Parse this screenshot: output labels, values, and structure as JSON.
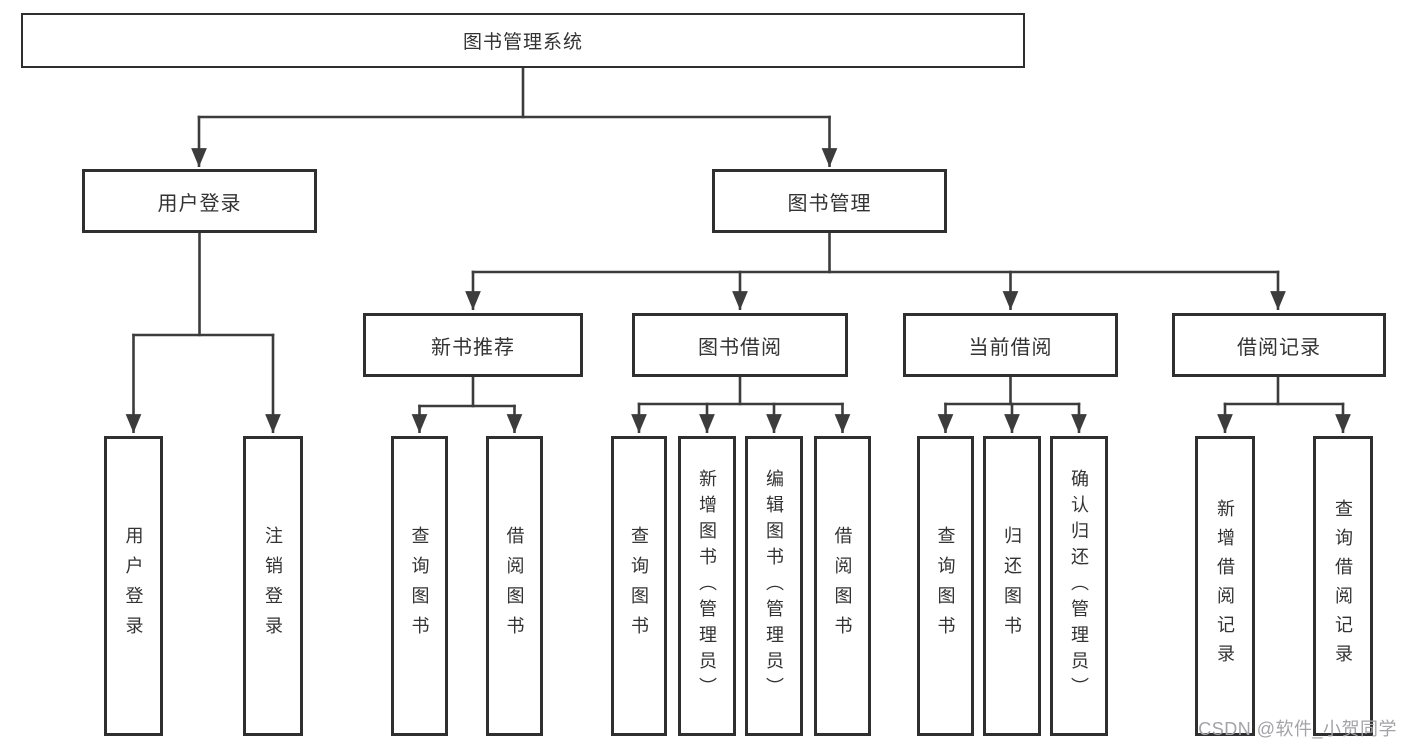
{
  "colors": {
    "line": "#3c3c3c",
    "box_border": "#2f2f2f",
    "text": "#333333",
    "watermark": "#a3a3a8",
    "background": "#ffffff"
  },
  "diagram": {
    "nodes": {
      "root": "图书管理系统",
      "user_login": "用户登录",
      "book_mgmt": "图书管理",
      "new_books": "新书推荐",
      "book_borrow": "图书借阅",
      "current_borrow": "当前借阅",
      "borrow_records": "借阅记录"
    },
    "leaves": {
      "user_login_leaf": "用户登录",
      "logout": "注销登录",
      "nb_query_books": "查询图书",
      "nb_borrow_books": "借阅图书",
      "bb_query_books": "查询图书",
      "bb_add_books_admin": "新增图书（管理员）",
      "bb_edit_books_admin": "编辑图书（管理员）",
      "bb_borrow_books": "借阅图书",
      "cb_query_books": "查询图书",
      "cb_return_books": "归还图书",
      "cb_confirm_return_admin": "确认归还（管理员）",
      "br_add_record": "新增借阅记录",
      "br_query_record": "查询借阅记录"
    }
  },
  "watermark": {
    "text": "CSDN @软件_小贺同学"
  }
}
